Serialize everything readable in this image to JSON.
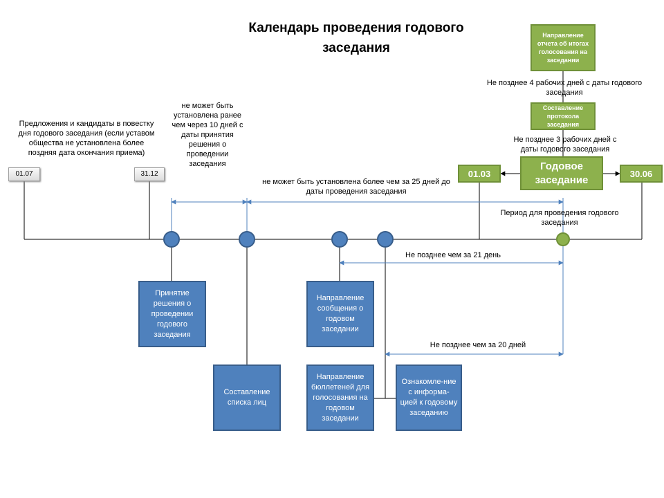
{
  "title": "Календарь проведения годового заседания",
  "start_date": "01.07",
  "end_date": "31.12",
  "proposals_note": "Предложения и кандидаты в повестку дня годового заседания (если уставом общества не установлена более поздняя дата окончания приема)",
  "min_10_days_note": "не может быть установлена ранее чем через 10 дней с даты принятия решения о проведении заседания",
  "max_25_days_note": "не может быть установлена более чем за 25 дней до даты проведения заседания",
  "period_note": "Период для проведения годового заседания",
  "meeting": {
    "label": "Годовое заседание",
    "period_start": "01.03",
    "period_end": "30.06"
  },
  "after_meeting": {
    "protocol_label": "Составление протокола заседания",
    "protocol_deadline": "Не позднее 3 рабочих дней с даты годового заседания",
    "report_label": "Направление отчета об итогах голосования на заседании",
    "report_deadline": "Не позднее 4 рабочих дней с даты годового заседания"
  },
  "deadlines": {
    "notice_21": "Не позднее чем за 21 день",
    "materials_20": "Не позднее чем за 20 дней"
  },
  "steps": {
    "decision": "Принятие решения о проведении годового заседания",
    "list": "Составление списка лиц",
    "notice": "Направление сообщения о годовом заседании",
    "ballots": "Направление бюллетеней для голосования на годовом заседании",
    "familiarization": "Ознакомле-ние с информа-цией к годовому заседанию"
  },
  "colors": {
    "blue_fill": "#4f81bd",
    "blue_border": "#385d8a",
    "green_fill": "#8db14d",
    "green_border": "#6f9038",
    "arrow": "#4f81bd"
  }
}
